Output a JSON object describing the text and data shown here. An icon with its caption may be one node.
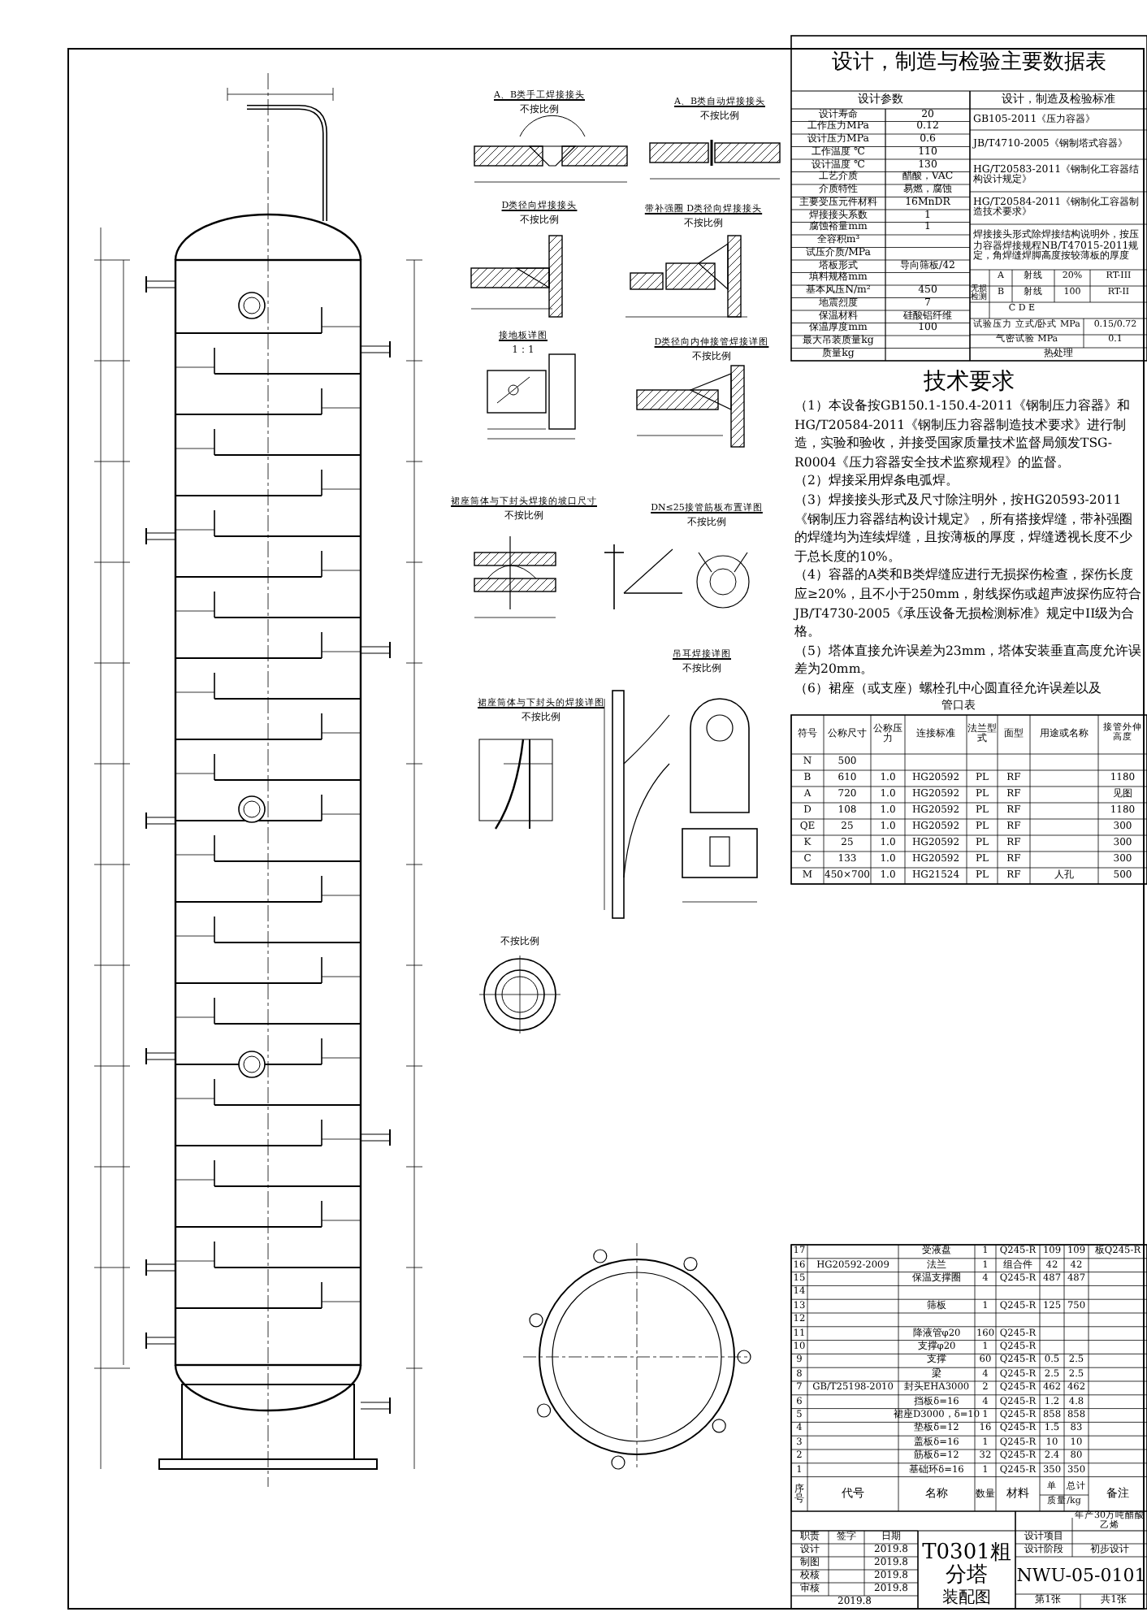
{
  "diagram": {
    "labels": [
      "A、B类手工焊接接头",
      "不按比例",
      "A、B类自动焊接接头",
      "不按比例",
      "D类径向焊接接头",
      "不按比例",
      "带补强圈 D类径向焊接接头",
      "不按比例",
      "接地板详图",
      "1：1",
      "D类径向内伸接管焊接详图",
      "不按比例",
      "裙座筒体与下封头焊接的坡口尺寸",
      "不按比例",
      "DN≤25接管筋板布置详图",
      "不按比例",
      "吊耳焊接详图",
      "不按比例",
      "裙座筒体与下封头的焊接详图",
      "不按比例",
      "不按比例",
      "设计，制造与检验主要数据表",
      "设计参数",
      "设计，制造及检验标准",
      "设计寿命",
      "20",
      "工作压力MPa",
      "0.12",
      "设计压力MPa",
      "0.6",
      "工作温度 ℃",
      "110",
      "设计温度 ℃",
      "130",
      "工艺介质",
      "醋酸，VAC",
      "介质特性",
      "易燃，腐蚀",
      "主要受压元件材料",
      "16MnDR",
      "焊接接头系数",
      "1",
      "腐蚀裕量mm",
      "1",
      "全容积m³",
      "试压介质/MPa",
      "塔板形式",
      "导向筛板/42",
      "填料规格mm",
      "基本风压N/m²",
      "450",
      "地震烈度",
      "7",
      "保温材料",
      "硅酸铝纤维",
      "保温厚度mm",
      "100",
      "最大吊装质量kg",
      "质量kg",
      "GB105-2011《压力容器》",
      "JB/T4710-2005《钢制塔式容器》",
      "HG/T20583-2011《钢制化工容器结构设计规定》",
      "HG/T20584-2011《钢制化工容器制造技术要求》",
      "焊接接头形式除焊接结构说明外，按压力容器焊接规程NB/T47015-2011规定，角焊缝焊脚高度按较薄板的厚度",
      "无损检测",
      "A",
      "射线",
      "20%",
      "RT-III",
      "B",
      "射线",
      "100",
      "RT-II",
      "C D E",
      "试验压力 立式/卧式 MPa",
      "0.15/0.72",
      "气密试验 MPa",
      "0.1",
      "热处理",
      "技术要求",
      "（1）本设备按GB150.1-150.4-2011《钢制压力容器》和HG/T20584-2011《钢制压力容器制造技术要求》进行制造，实验和验收，并接受国家质量技术监督局颁发TSG-R0004《压力容器安全技术监察规程》的监督。",
      "（2）焊接采用焊条电弧焊。",
      "（3）焊接接头形式及尺寸除注明外，按HG20593-2011《钢制压力容器结构设计规定》，所有搭接焊缝，带补强圈的焊缝均为连续焊缝，且按薄板的厚度，焊缝透视长度不少于总长度的10%。",
      "（4）容器的A类和B类焊缝应进行无损探伤检查，探伤长度应≥20%，且不小于250mm，射线探伤或超声波探伤应符合JB/T4730-2005《承压设备无损检测标准》规定中II级为合格。",
      "（5）塔体直接允许误差为23mm，塔体安装垂直高度允许误差为20mm。",
      "（6）裙座（或支座）螺栓孔中心圆直径允许误差以及",
      "管口表",
      "符号",
      "公称尺寸",
      "公称压力",
      "连接标准",
      "法兰型式",
      "面型",
      "用途或名称",
      "接管外伸高度",
      "N",
      "500",
      "B",
      "610",
      "1.0",
      "HG20592",
      "PL",
      "RF",
      "1180",
      "A",
      "720",
      "1.0",
      "HG20592",
      "PL",
      "RF",
      "见图",
      "D",
      "108",
      "1.0",
      "HG20592",
      "PL",
      "RF",
      "1180",
      "QE",
      "25",
      "1.0",
      "HG20592",
      "PL",
      "RF",
      "300",
      "K",
      "25",
      "1.0",
      "HG20592",
      "PL",
      "RF",
      "300",
      "C",
      "133",
      "1.0",
      "HG20592",
      "PL",
      "RF",
      "300",
      "M",
      "450×700",
      "1.0",
      "HG21524",
      "PL",
      "RF",
      "人孔",
      "500",
      "17",
      "受液盘",
      "1",
      "Q245-R",
      "109",
      "109",
      "板Q245-R",
      "16",
      "HG20592-2009",
      "法兰",
      "1",
      "组合件",
      "42",
      "42",
      "15",
      "保温支撑圈",
      "4",
      "Q245-R",
      "487",
      "487",
      "14",
      "13",
      "筛板",
      "1",
      "Q245-R",
      "125",
      "750",
      "12",
      "11",
      "降液管φ20",
      "160",
      "Q245-R",
      "10",
      "支撑φ20",
      "1",
      "Q245-R",
      "9",
      "支撑",
      "60",
      "Q245-R",
      "0.5",
      "2.5",
      "8",
      "梁",
      "4",
      "Q245-R",
      "2.5",
      "2.5",
      "7",
      "GB/T25198-2010",
      "封头EHA3000",
      "2",
      "Q245-R",
      "462",
      "462",
      "6",
      "挡板δ=16",
      "4",
      "Q245-R",
      "1.2",
      "4.8",
      "5",
      "裙座D3000，δ=10",
      "1",
      "Q245-R",
      "858",
      "858",
      "4",
      "垫板δ=12",
      "16",
      "Q245-R",
      "1.5",
      "83",
      "3",
      "盖板δ=16",
      "1",
      "Q245-R",
      "10",
      "10",
      "2",
      "筋板δ=12",
      "32",
      "Q245-R",
      "2.4",
      "80",
      "1",
      "基础环δ=16",
      "1",
      "Q245-R",
      "350",
      "350",
      "序号",
      "代号",
      "名称",
      "数量",
      "材料",
      "单",
      "总计",
      "质量/kg",
      "备注",
      "职责",
      "签字",
      "日期",
      "设计",
      "2019.8",
      "制图",
      "2019.8",
      "校核",
      "2019.8",
      "审核",
      "2019.8",
      "2019.8",
      "T0301粗分塔",
      "装配图",
      "设计项目",
      "年产30万吨醋酸乙烯",
      "设计阶段",
      "初步设计",
      "NWU-05-0101",
      "第1张",
      "共1张"
    ]
  }
}
